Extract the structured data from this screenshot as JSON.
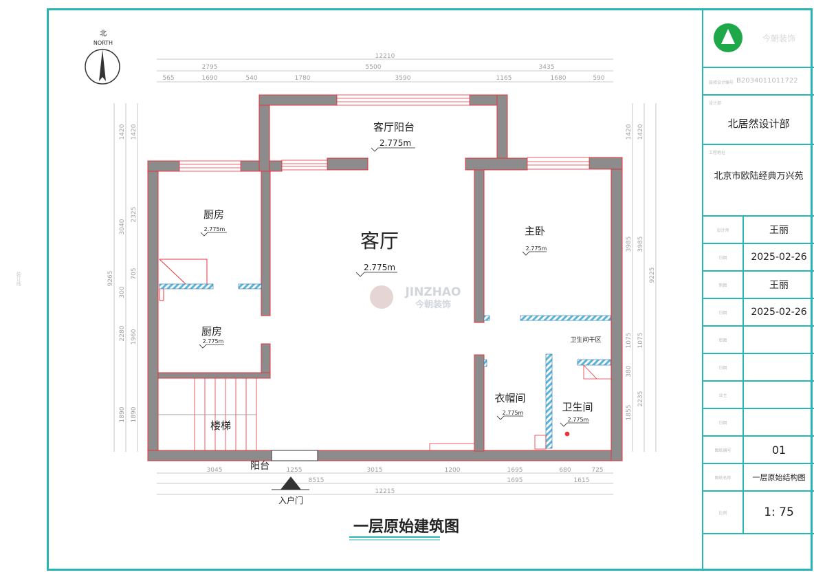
{
  "side_label": "装订线",
  "compass": {
    "cn": "北",
    "en": "NORTH"
  },
  "title": "一层原始建筑图",
  "watermark": {
    "en": "JINZHAO",
    "cn": "今朝装饰"
  },
  "rooms": {
    "balcony_living": "客厅阳台",
    "kitchen_upper": "厨房",
    "kitchen_lower": "厨房",
    "living": "客厅",
    "master": "主卧",
    "stairs": "楼梯",
    "balcony": "阳台",
    "entry": "入户门",
    "wc_dry": "卫生间干区",
    "closet": "衣帽间",
    "bathroom": "卫生间"
  },
  "elevations": {
    "balcony_living": "2.775m",
    "kitchen_upper": "2.775m",
    "kitchen_lower": "2.775m",
    "living": "2.775m",
    "master": "2.775m",
    "closet": "2.775m",
    "bathroom": "2.775m"
  },
  "dims": {
    "top_total": "12210",
    "top_mid": [
      "2795",
      "5500",
      "3435"
    ],
    "top_detail": [
      "565",
      "1690",
      "540",
      "1780",
      "3590",
      "1165",
      "1680",
      "590"
    ],
    "bottom_detail": [
      "3045",
      "1255",
      "3015",
      "1200",
      "1695",
      "680",
      "725"
    ],
    "bottom_mid": [
      "8515",
      "1695",
      "1615"
    ],
    "bottom_total": "12215",
    "left_inner": [
      "1420",
      "3040",
      "300",
      "2280",
      "1890"
    ],
    "left_mid": [
      "1420",
      "2325",
      "705",
      "1960",
      "1890"
    ],
    "left_total": "9265",
    "right_inner": [
      "1420",
      "3985",
      "1075",
      "380",
      "1855"
    ],
    "right_mid": [
      "1420",
      "3985",
      "1075",
      "2235"
    ],
    "right_total": "9225"
  },
  "title_block": {
    "logo_text": "今朝装饰",
    "cert_label": "装修设计编号",
    "cert_value": "B2034011011722",
    "designer_dept_label": "设计部",
    "designer_dept": "北居然设计部",
    "project_addr_label": "工程地址",
    "project_addr": "北京市欧陆经典万兴苑",
    "rows": [
      {
        "label": "设计师",
        "value": "王丽"
      },
      {
        "label": "日期",
        "value": "2025-02-26"
      },
      {
        "label": "制图",
        "value": "王丽"
      },
      {
        "label": "日期",
        "value": "2025-02-26"
      },
      {
        "label": "审图",
        "value": ""
      },
      {
        "label": "日期",
        "value": ""
      },
      {
        "label": "业主",
        "value": ""
      },
      {
        "label": "日期",
        "value": ""
      },
      {
        "label": "图纸编号",
        "value": "01"
      },
      {
        "label": "图纸名称",
        "value": "一层原始结构图"
      },
      {
        "label": "比例",
        "value": "1: 75"
      }
    ]
  },
  "colors": {
    "frame": "#2ab5b5",
    "wall": "#8c8c8c",
    "wall_outline": "#e8323c",
    "dim": "#b9b9b9",
    "dim_text": "#a0a0a0",
    "hatch": "#5ab4dc"
  }
}
